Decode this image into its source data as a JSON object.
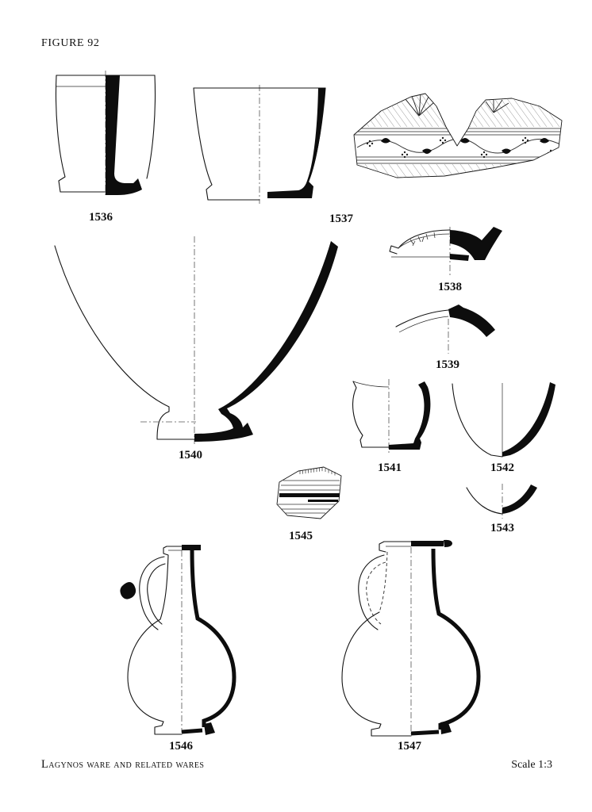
{
  "page": {
    "figure_label": "FIGURE 92",
    "caption": "Lagynos ware and related wares",
    "scale_label": "Scale 1:3"
  },
  "decorated_sherd": {
    "kind": "decorated-band-fragment"
  },
  "items": [
    {
      "id": "1536",
      "label": "1536",
      "kind": "beaker-profile"
    },
    {
      "id": "1537",
      "label": "1537",
      "kind": "beaker-profile"
    },
    {
      "id": "1538",
      "label": "1538",
      "kind": "decorated-dish-fragment"
    },
    {
      "id": "1539",
      "label": "1539",
      "kind": "rim-fragment"
    },
    {
      "id": "1540",
      "label": "1540",
      "kind": "large-bowl-profile"
    },
    {
      "id": "1541",
      "label": "1541",
      "kind": "small-cup-profile"
    },
    {
      "id": "1542",
      "label": "1542",
      "kind": "cup-profile"
    },
    {
      "id": "1543",
      "label": "1543",
      "kind": "base-fragment"
    },
    {
      "id": "1545",
      "label": "1545",
      "kind": "striped-body-sherd"
    },
    {
      "id": "1546",
      "label": "1546",
      "kind": "lagynos-jug-profile"
    },
    {
      "id": "1547",
      "label": "1547",
      "kind": "lagynos-jug-profile"
    }
  ]
}
